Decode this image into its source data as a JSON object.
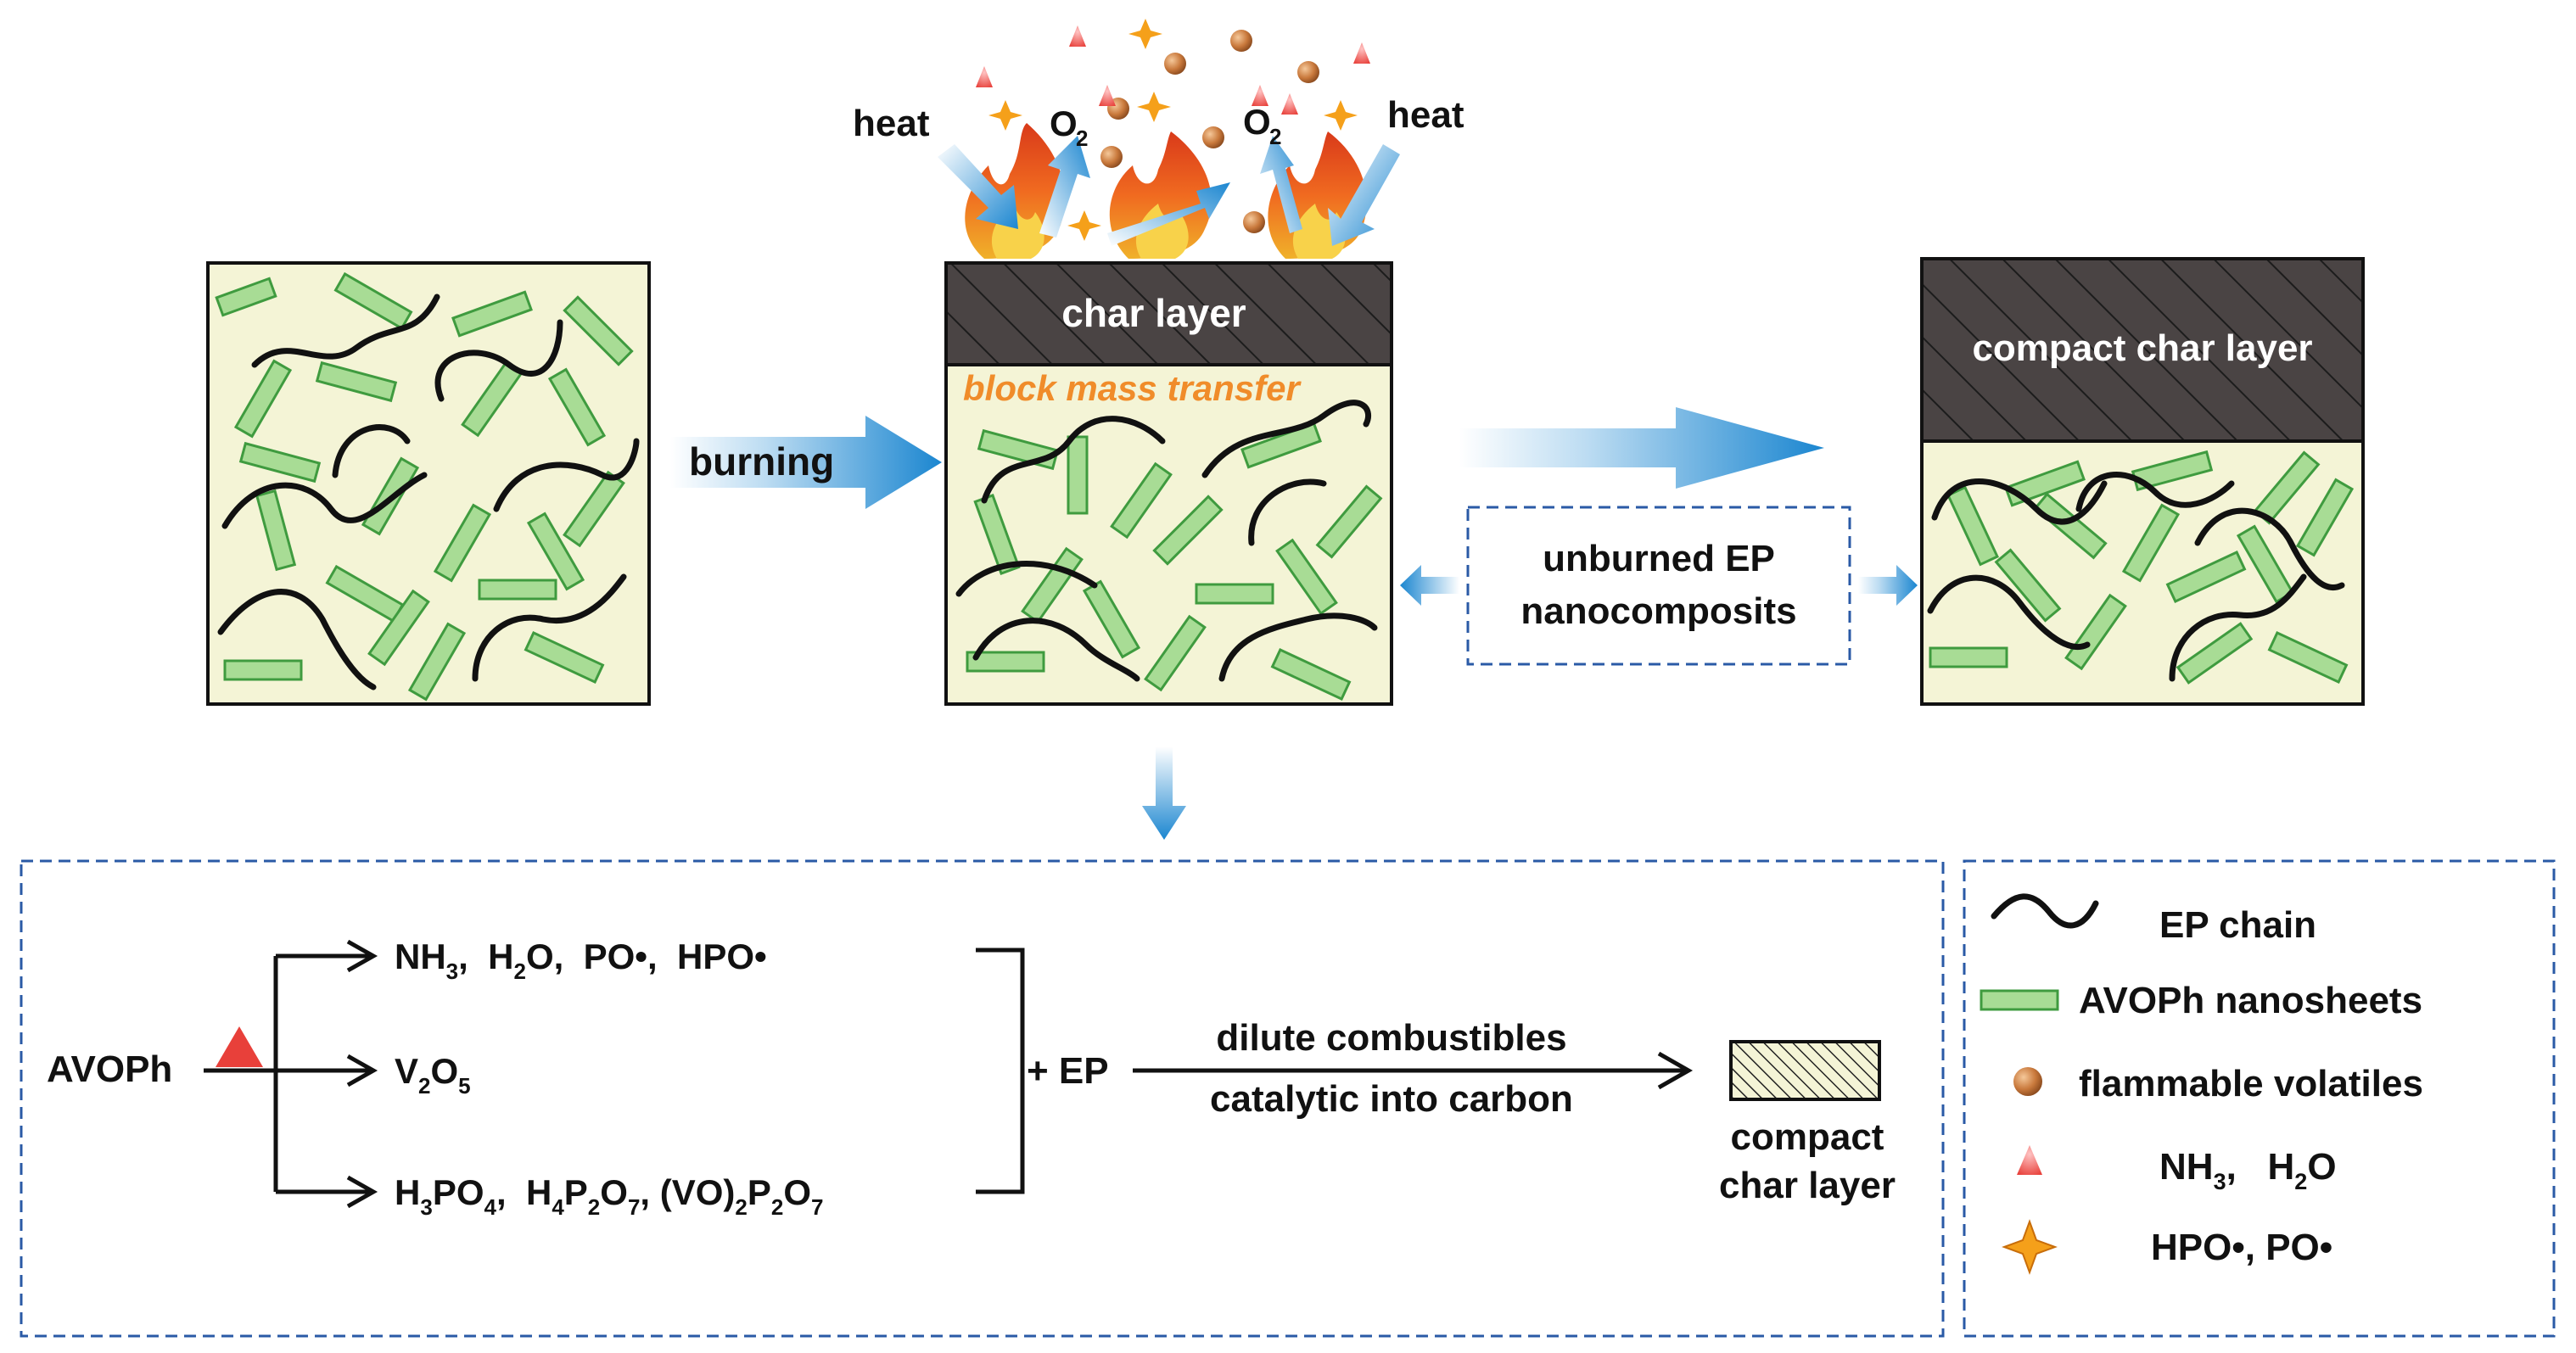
{
  "top": {
    "heat_left": "heat",
    "heat_right": "heat",
    "o2": "O",
    "o2_sub": "2",
    "burning": "burning",
    "char_layer": "char layer",
    "block_mass_transfer": "block mass transfer",
    "compact_char_layer": "compact char layer",
    "unburned_line1": "unburned EP",
    "unburned_line2": "nanocomposits"
  },
  "reaction": {
    "reactant": "AVOPh",
    "p1": [
      {
        "t": "NH"
      },
      {
        "t": "3",
        "sub": true
      },
      {
        "t": ",  H"
      },
      {
        "t": "2",
        "sub": true
      },
      {
        "t": "O,  PO•,  HPO•"
      }
    ],
    "p2": [
      {
        "t": "V"
      },
      {
        "t": "2",
        "sub": true
      },
      {
        "t": "O"
      },
      {
        "t": "5",
        "sub": true
      }
    ],
    "p3": [
      {
        "t": "H"
      },
      {
        "t": "3",
        "sub": true
      },
      {
        "t": "PO"
      },
      {
        "t": "4",
        "sub": true
      },
      {
        "t": ",  H"
      },
      {
        "t": "4",
        "sub": true
      },
      {
        "t": "P"
      },
      {
        "t": "2",
        "sub": true
      },
      {
        "t": "O"
      },
      {
        "t": "7",
        "sub": true
      },
      {
        "t": ", (VO)"
      },
      {
        "t": "2",
        "sub": true
      },
      {
        "t": "P"
      },
      {
        "t": "2",
        "sub": true
      },
      {
        "t": "O"
      },
      {
        "t": "7",
        "sub": true
      }
    ],
    "plus_ep": "+ EP",
    "arrow_top": "dilute combustibles",
    "arrow_bottom": "catalytic into carbon",
    "product_line1": "compact",
    "product_line2": "char layer"
  },
  "legend": {
    "ep_chain": "EP chain",
    "avoph_nanosheets": "AVOPh nanosheets",
    "flammable_volatiles": "flammable volatiles",
    "nh3_h2o": [
      {
        "t": "NH"
      },
      {
        "t": "3",
        "sub": true
      },
      {
        "t": ",   H"
      },
      {
        "t": "2",
        "sub": true
      },
      {
        "t": "O"
      }
    ],
    "hpo_po": "HPO•,   PO•"
  },
  "colors": {
    "matrix_fill": "#f4f4d6",
    "sheet_fill": "#a8dc95",
    "sheet_stroke": "#3f9b3f",
    "char_fill": "#4a4444",
    "arrow_blue": "#1b86d0",
    "orange_text": "#f08c2a",
    "dashed_blue": "#2a5aa6",
    "volatile_brown": "#c9793c",
    "triangle_red": "#e8403a",
    "star_orange": "#f5a01a"
  }
}
